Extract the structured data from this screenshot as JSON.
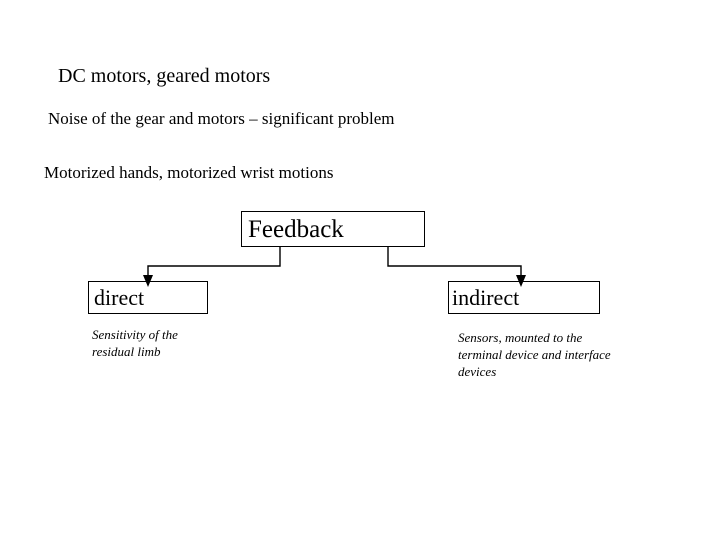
{
  "slide": {
    "background_color": "#ffffff",
    "text_color": "#000000",
    "lines": [
      {
        "id": "title",
        "text": "DC motors, geared motors"
      },
      {
        "id": "noise",
        "text": "Noise of the gear and motors – significant problem"
      },
      {
        "id": "motorized",
        "text": "Motorized hands, motorized wrist motions"
      }
    ],
    "diagram": {
      "root": {
        "label": "Feedback"
      },
      "branches": [
        {
          "label": "direct",
          "description": "Sensitivity of the residual limb"
        },
        {
          "label": "indirect",
          "description": "Sensors, mounted to the terminal device and interface devices"
        }
      ],
      "connector_color": "#000000"
    }
  }
}
